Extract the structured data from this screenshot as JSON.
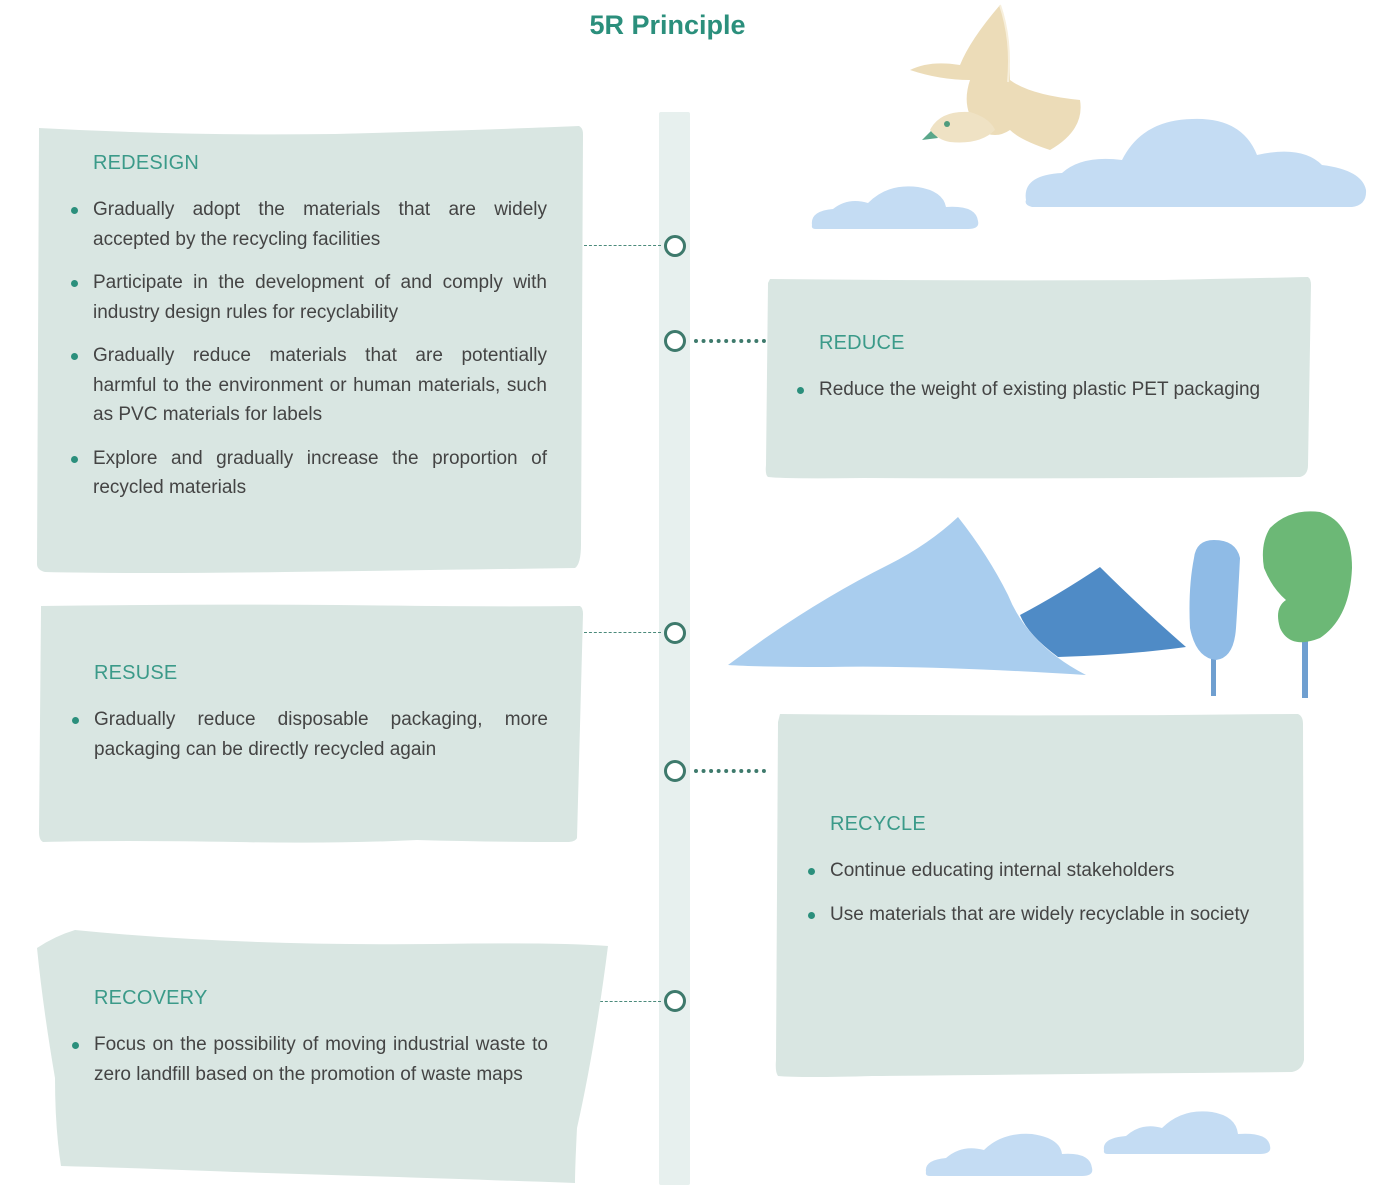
{
  "title": "5R Principle",
  "cards": {
    "redesign": {
      "title": "REDESIGN",
      "bullets": [
        "Gradually adopt the materials that are widely accepted by the recycling facilities",
        "Participate in the development of and comply with industry design rules for recyclability",
        "Gradually reduce materials that are potentially harmful to the environment or human materials, such as PVC materials for labels",
        "Explore and gradually increase the proportion of recycled materials"
      ]
    },
    "reduce": {
      "title": "REDUCE",
      "bullets": [
        "Reduce the weight of existing plastic PET packaging"
      ]
    },
    "resuse": {
      "title": "RESUSE",
      "bullets": [
        "Gradually reduce disposable packaging, more packaging can be directly recycled again"
      ]
    },
    "recycle": {
      "title": "RECYCLE",
      "bullets": [
        "Continue educating internal stakeholders",
        "Use materials that are widely recyclable in society"
      ]
    },
    "recovery": {
      "title": "RECOVERY",
      "bullets": [
        "Focus on the possibility of moving industrial waste to zero landfill based on the promotion of waste maps"
      ]
    }
  },
  "colors": {
    "accent": "#2b8f7c",
    "card_fill": "#d9e6e2",
    "timeline": "#e7f0ee",
    "node_stroke": "#3e7a6c",
    "mountain_light": "#a9cdee",
    "mountain_dark": "#4f8bc6",
    "tree_green": "#6cb876",
    "cloud": "#c4dcf3",
    "bird": "#ecdcb8"
  },
  "icons": [
    "bird-illustration",
    "cloud-illustration",
    "mountain-illustration",
    "tree-illustration"
  ]
}
